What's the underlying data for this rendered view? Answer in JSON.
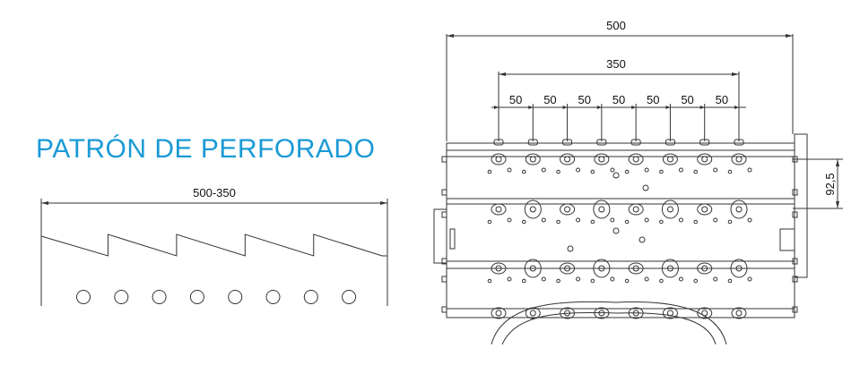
{
  "title": "PATRÓN DE PERFORADO",
  "pattern": {
    "width_label": "500-350",
    "hole_count": 8,
    "teeth": 5
  },
  "machine": {
    "overall_width_label": "500",
    "span_label": "350",
    "spacing_labels": [
      "50",
      "50",
      "50",
      "50",
      "50",
      "50",
      "50"
    ],
    "row_pitch_label": "92,5",
    "rows": 4,
    "cutters_per_row": 8
  },
  "colors": {
    "title": "#1a9ad6",
    "line": "#333333"
  }
}
